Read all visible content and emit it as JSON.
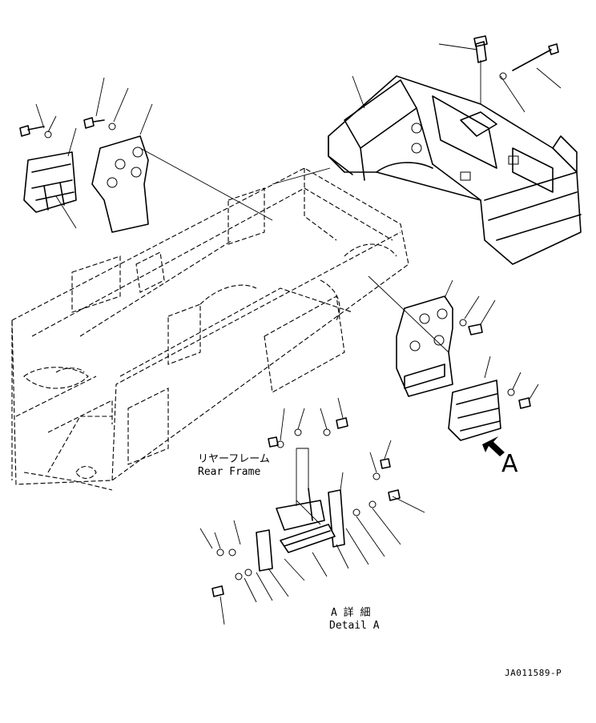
{
  "labels": {
    "rear_frame_jp": "リヤーフレーム",
    "rear_frame_en": "Rear Frame",
    "detail_jp": "A 詳 細",
    "detail_en": "Detail A",
    "view_letter": "A",
    "drawing_code": "JA011589-P"
  },
  "icons": {
    "view_arrow": "view-arrow-icon"
  }
}
